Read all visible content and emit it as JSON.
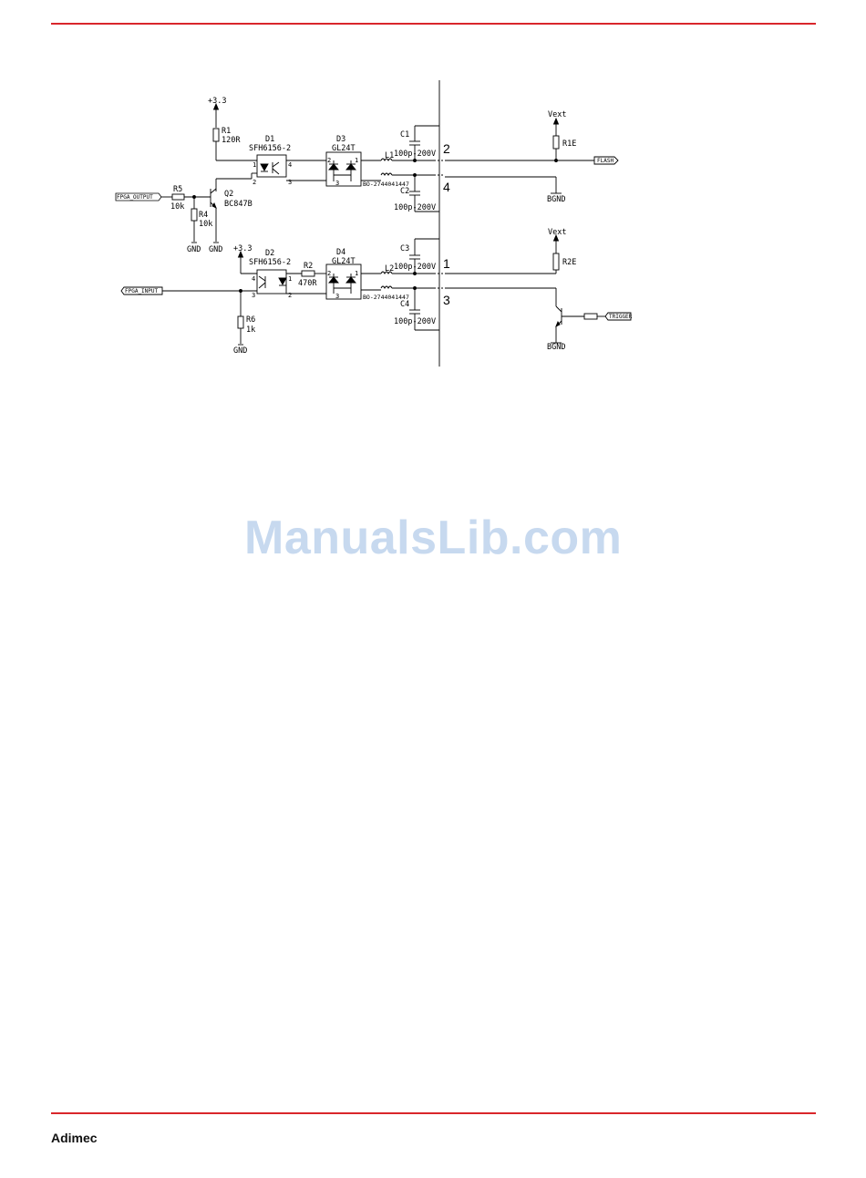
{
  "page": {
    "brand": "Adimec",
    "watermark": "ManualsLib.com"
  },
  "colors": {
    "rule": "#d9262b",
    "watermark": "#c7d9ef",
    "ink": "#000000"
  },
  "labels": {
    "plus33_top": "+3.3",
    "r1": "R1",
    "r1_val": "120R",
    "d1": "D1",
    "d1_part": "SFH6156-2",
    "d3": "D3",
    "d3_part": "GL24T",
    "c1": "C1",
    "c1_val": "100p-200V",
    "c2": "C2",
    "c2_val": "100p-200V",
    "l1": "L1",
    "ferrite1": "BO-2744041447",
    "vext1": "Vext",
    "r1e": "R1E",
    "flash": "FLASH",
    "bgnd1": "BGND",
    "fpga_output": "FPGA_OUTPUT",
    "r5": "R5",
    "r5_val": "10k",
    "r4": "R4",
    "r4_val": "10k",
    "q2": "Q2",
    "q2_part": "BC847B",
    "gnd1": "GND",
    "gnd2": "GND",
    "plus33_bottom": "+3.3",
    "d2": "D2",
    "d2_part": "SFH6156-2",
    "r2": "R2",
    "r2_val": "470R",
    "d4": "D4",
    "d4_part": "GL24T",
    "c3": "C3",
    "c3_val": "100p-200V",
    "c4": "C4",
    "c4_val": "100p-200V",
    "l2": "L2",
    "ferrite2": "BO-2744041447",
    "vext2": "Vext",
    "r2e": "R2E",
    "trigger": "TRIGGER",
    "bgnd2": "BGND",
    "fpga_input": "FPGA_INPUT",
    "r6": "R6",
    "r6_val": "1k",
    "gnd3": "GND",
    "conn_2": "2",
    "conn_4": "4",
    "conn_1": "1",
    "conn_3": "3",
    "pin_1": "1",
    "pin_2": "2",
    "pin_3": "3",
    "pin_4": "4"
  }
}
